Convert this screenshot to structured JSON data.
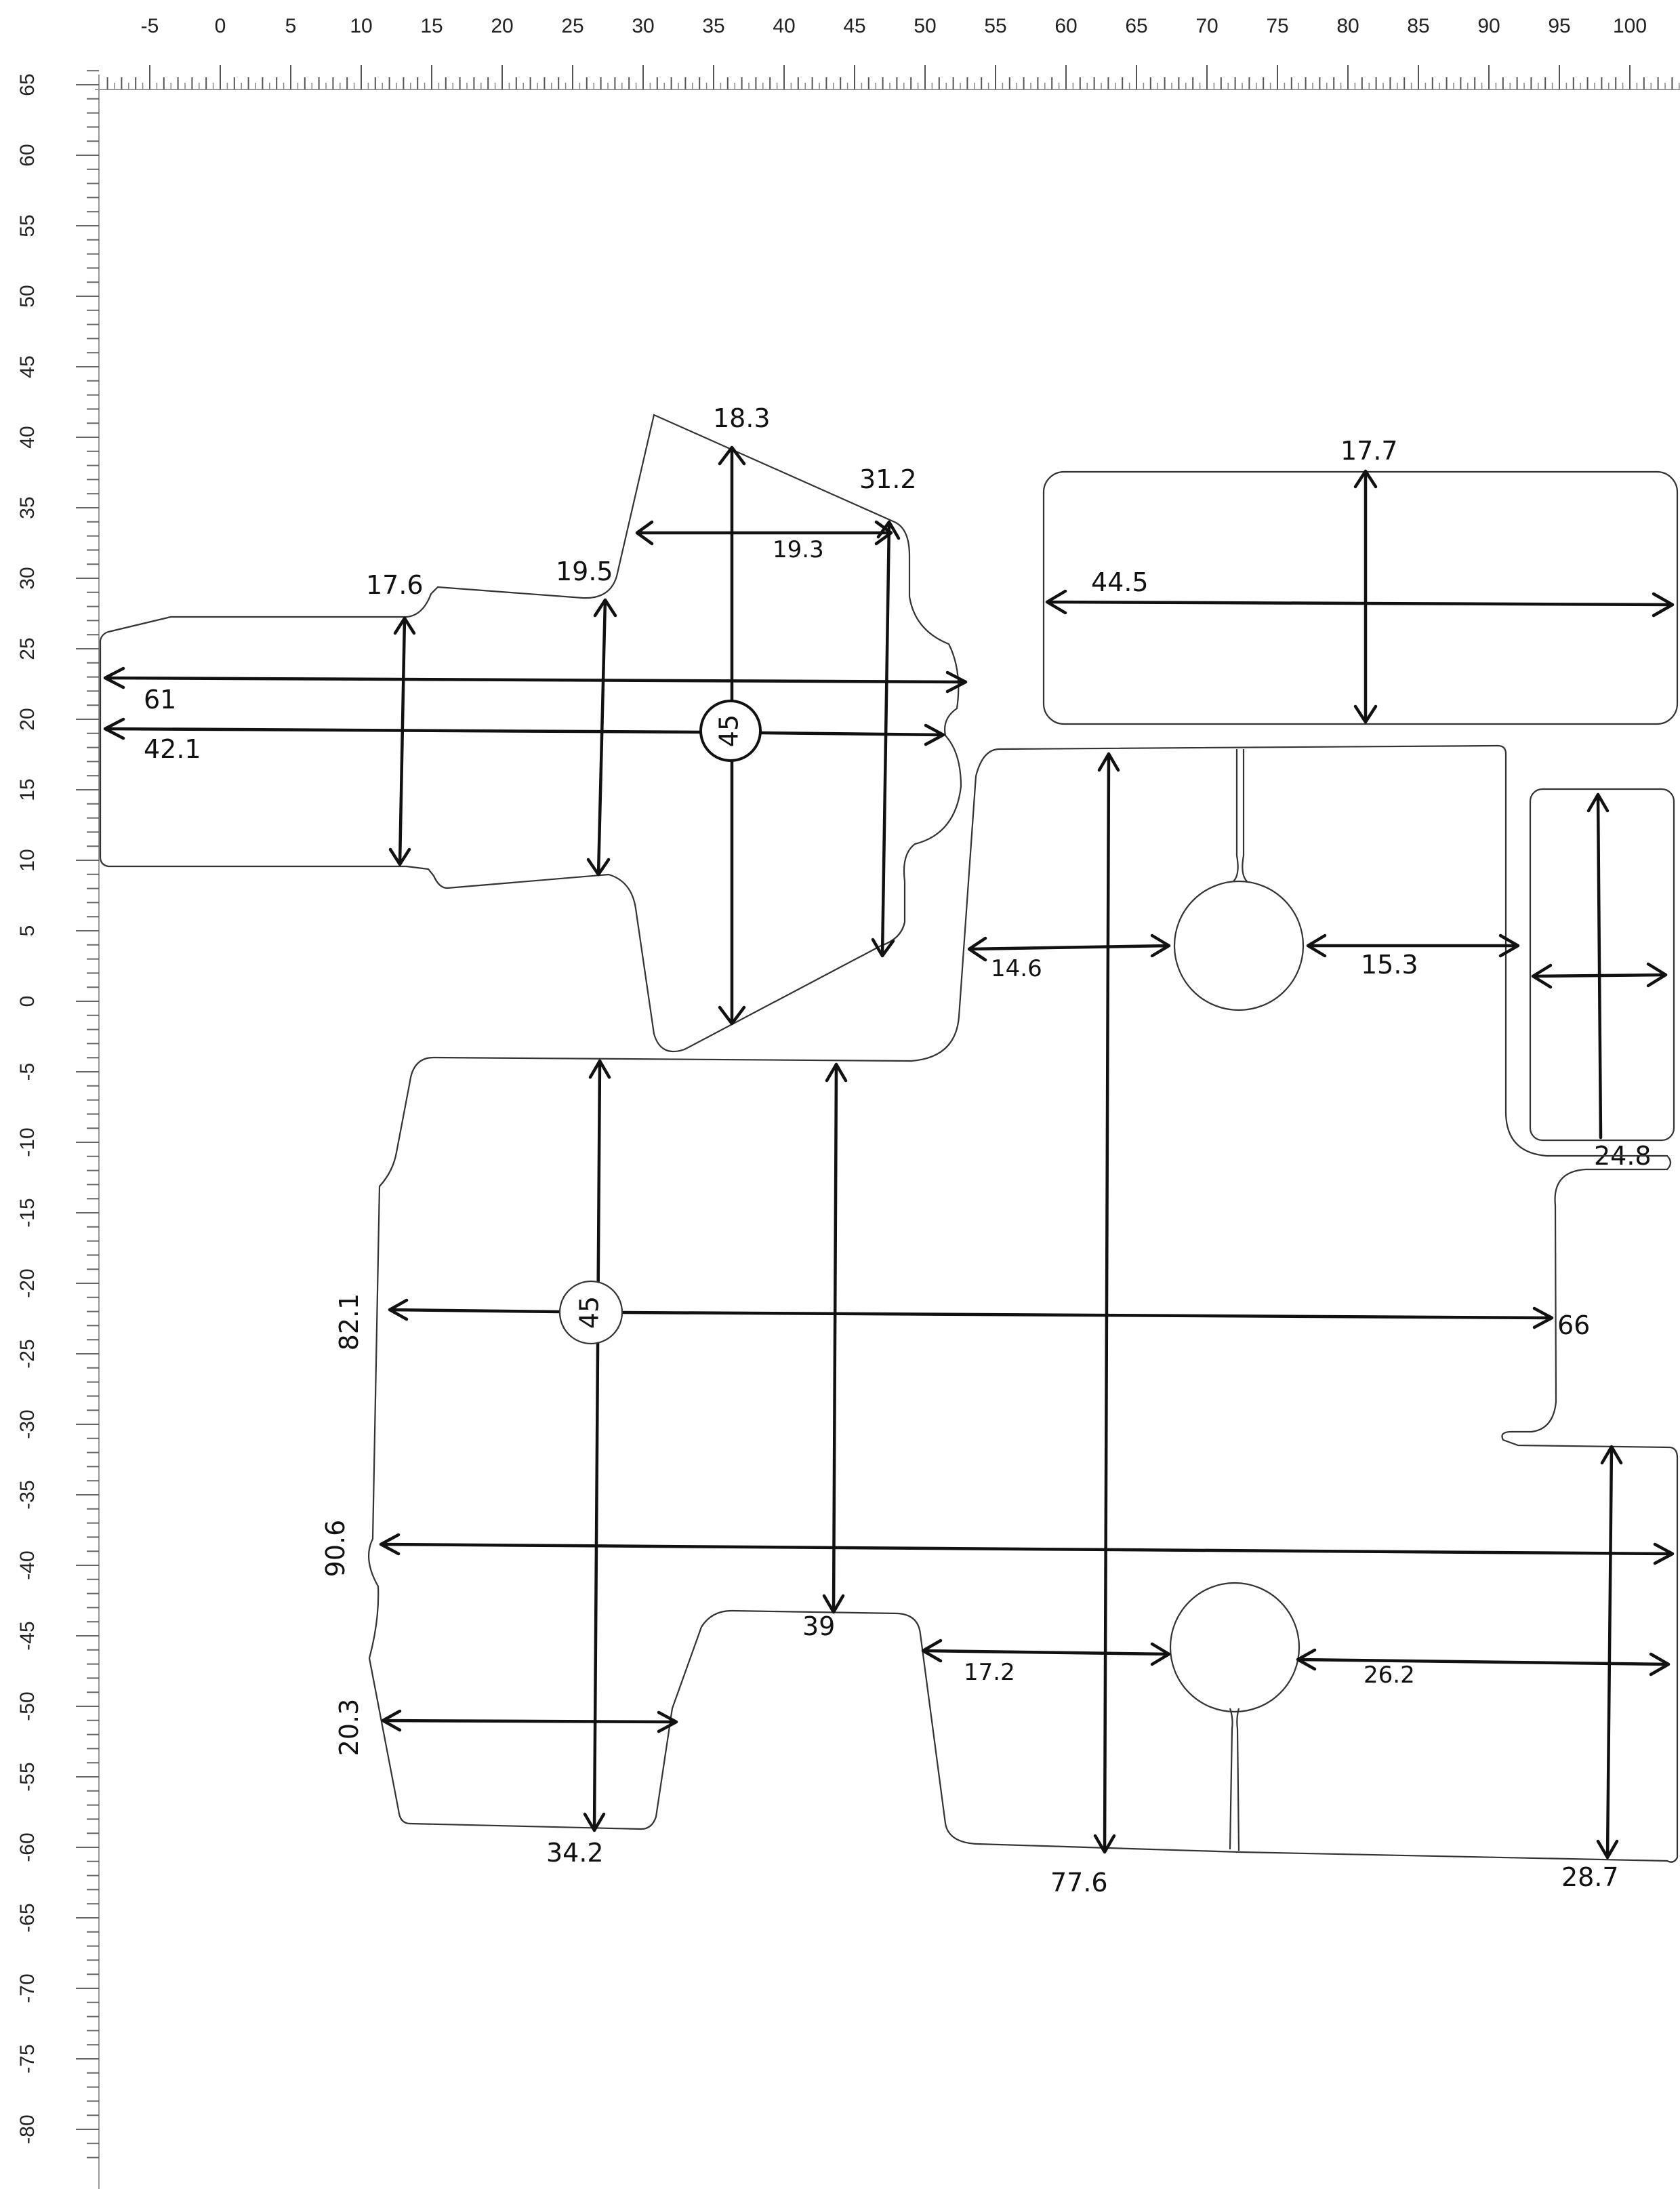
{
  "ruler": {
    "top_labels": [
      "-5",
      "0",
      "5",
      "10",
      "15",
      "20",
      "25",
      "30",
      "35",
      "40",
      "45",
      "50",
      "55",
      "60",
      "65",
      "70",
      "75",
      "80",
      "85",
      "90",
      "95",
      "100"
    ],
    "left_labels": [
      "65",
      "60",
      "55",
      "50",
      "45",
      "40",
      "35",
      "30",
      "25",
      "20",
      "15",
      "10",
      "5",
      "0",
      "-5",
      "-10",
      "-15",
      "-20",
      "-25",
      "-30",
      "-35",
      "-40",
      "-45",
      "-50",
      "-55",
      "-60",
      "-65",
      "-70",
      "-75",
      "-80"
    ]
  },
  "upper_piece": {
    "labels": {
      "l18_3": "18.3",
      "l31_2": "31.2",
      "l19_3": "19.3",
      "l17_6": "17.6",
      "l19_5": "19.5",
      "l61": "61",
      "l42_1": "42.1",
      "marker": "45"
    }
  },
  "top_right_piece": {
    "labels": {
      "l17_7": "17.7",
      "l44_5": "44.5"
    }
  },
  "right_strip": {
    "labels": {
      "l24_8": "24.8"
    }
  },
  "main_piece": {
    "labels": {
      "l14_6": "14.6",
      "l15_3": "15.3",
      "l82_1": "82.1",
      "l66": "66",
      "marker": "45",
      "l90_6": "90.6",
      "l39": "39",
      "l17_2": "17.2",
      "l26_2": "26.2",
      "l20_3": "20.3",
      "l34_2": "34.2",
      "l77_6": "77.6",
      "l28_7": "28.7"
    }
  }
}
